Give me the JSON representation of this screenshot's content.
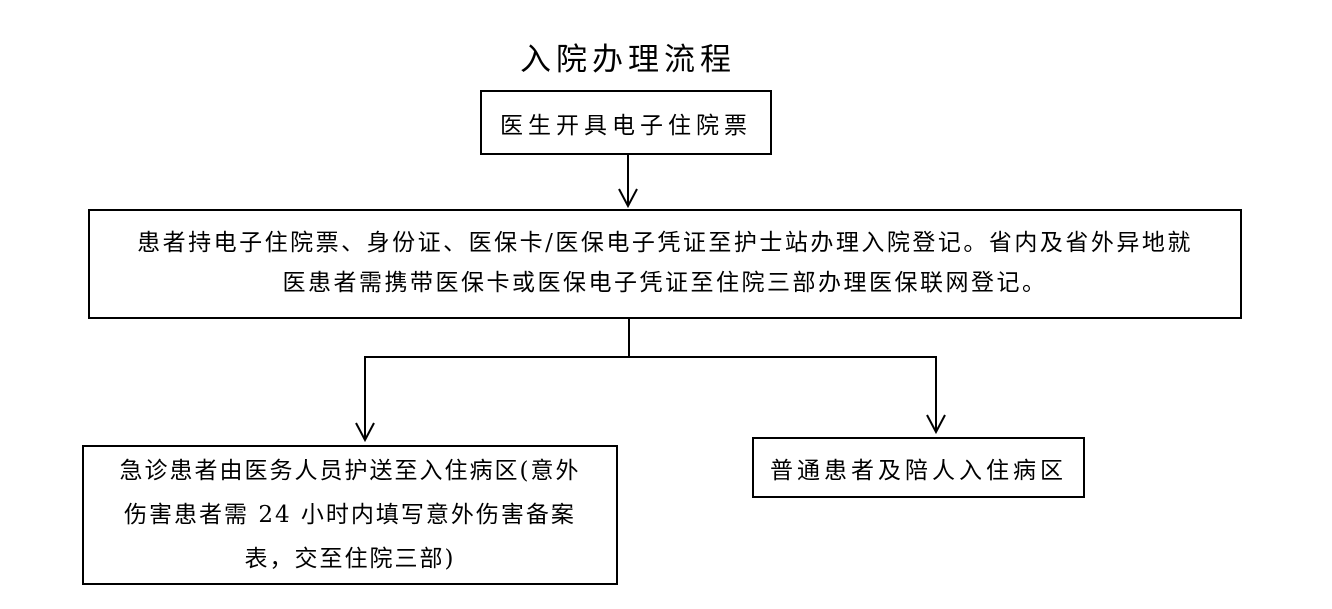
{
  "diagram": {
    "title": "入院办理流程",
    "nodes": {
      "start": {
        "label": "医生开具电子住院票"
      },
      "registration": {
        "lines": [
          "患者持电子住院票、身份证、医保卡/医保电子凭证至护士站办理入院登记。省内及省外异地就",
          "医患者需携带医保卡或医保电子凭证至住院三部办理医保联网登记。"
        ]
      },
      "emergency": {
        "lines": [
          "急诊患者由医务人员护送至入住病区(意外",
          "伤害患者需 24 小时内填写意外伤害备案",
          "表，交至住院三部)"
        ]
      },
      "ordinary": {
        "label": "普通患者及陪人入住病区"
      }
    },
    "colors": {
      "stroke": "#000000",
      "text": "#000000",
      "background": "#ffffff"
    }
  }
}
